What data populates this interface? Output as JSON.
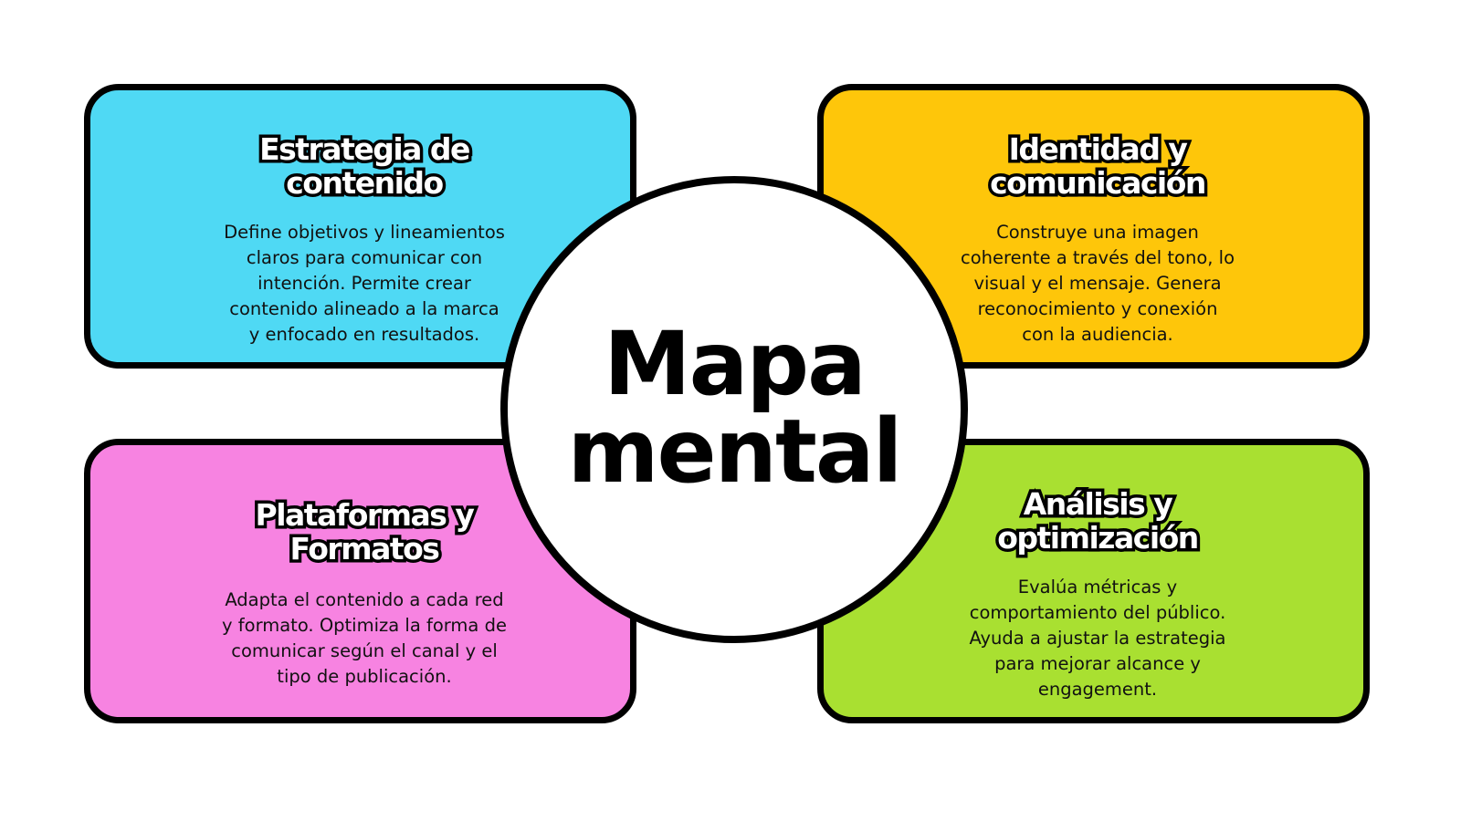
{
  "center": {
    "line1": "Mapa",
    "line2": "mental"
  },
  "cards": [
    {
      "color": "#4fd9f4",
      "title_line1": "Estrategia de",
      "title_line2": "contenido",
      "desc_lines": [
        "Define objetivos y lineamientos",
        "claros para comunicar con",
        "intención. Permite crear",
        "contenido alineado a la marca",
        "y enfocado en resultados."
      ]
    },
    {
      "color": "#fec60a",
      "title_line1": "Identidad y",
      "title_line2": "comunicación",
      "desc_lines": [
        "Construye una imagen",
        "coherente a través del tono, lo",
        "visual y el mensaje. Genera",
        "reconocimiento y conexión",
        "con la audiencia."
      ]
    },
    {
      "color": "#f783e1",
      "title_line1": "Plataformas y",
      "title_line2": "Formatos",
      "desc_lines": [
        "Adapta el contenido a cada red",
        "y formato. Optimiza la forma de",
        "comunicar según el canal y el",
        "tipo de publicación."
      ]
    },
    {
      "color": "#a9e031",
      "title_line1": "Análisis y",
      "title_line2": "optimización",
      "desc_lines": [
        "Evalúa métricas y",
        "comportamiento del público.",
        "Ayuda a ajustar la estrategia",
        "para mejorar alcance y",
        "engagement."
      ]
    }
  ]
}
